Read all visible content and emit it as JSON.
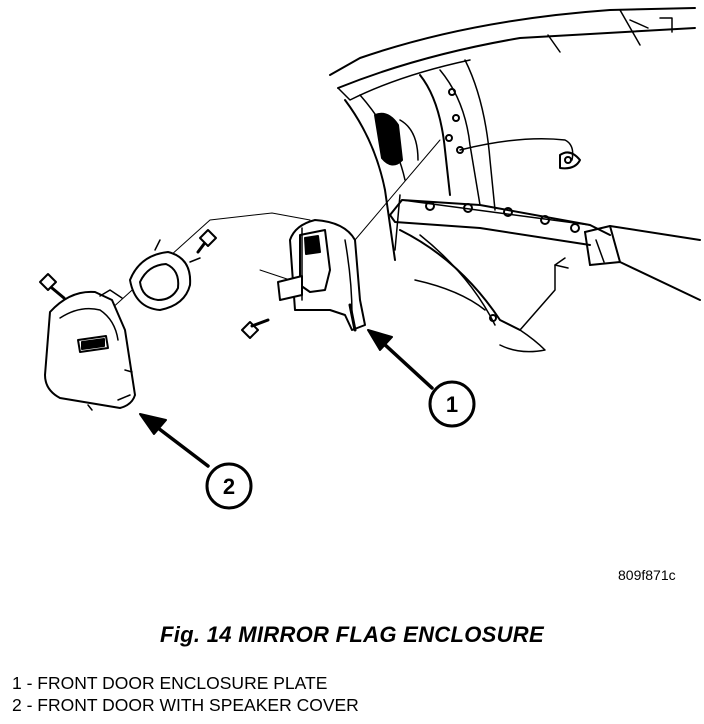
{
  "figure": {
    "image_id": "809f871c",
    "caption": "Fig. 14 MIRROR FLAG ENCLOSURE",
    "callouts": [
      {
        "number": "1",
        "label": "FRONT DOOR ENCLOSURE PLATE"
      },
      {
        "number": "2",
        "label": "FRONT DOOR WITH SPEAKER COVER"
      }
    ],
    "legend": [
      "1 - FRONT DOOR ENCLOSURE PLATE",
      "2 - FRONT DOOR WITH SPEAKER COVER"
    ]
  }
}
